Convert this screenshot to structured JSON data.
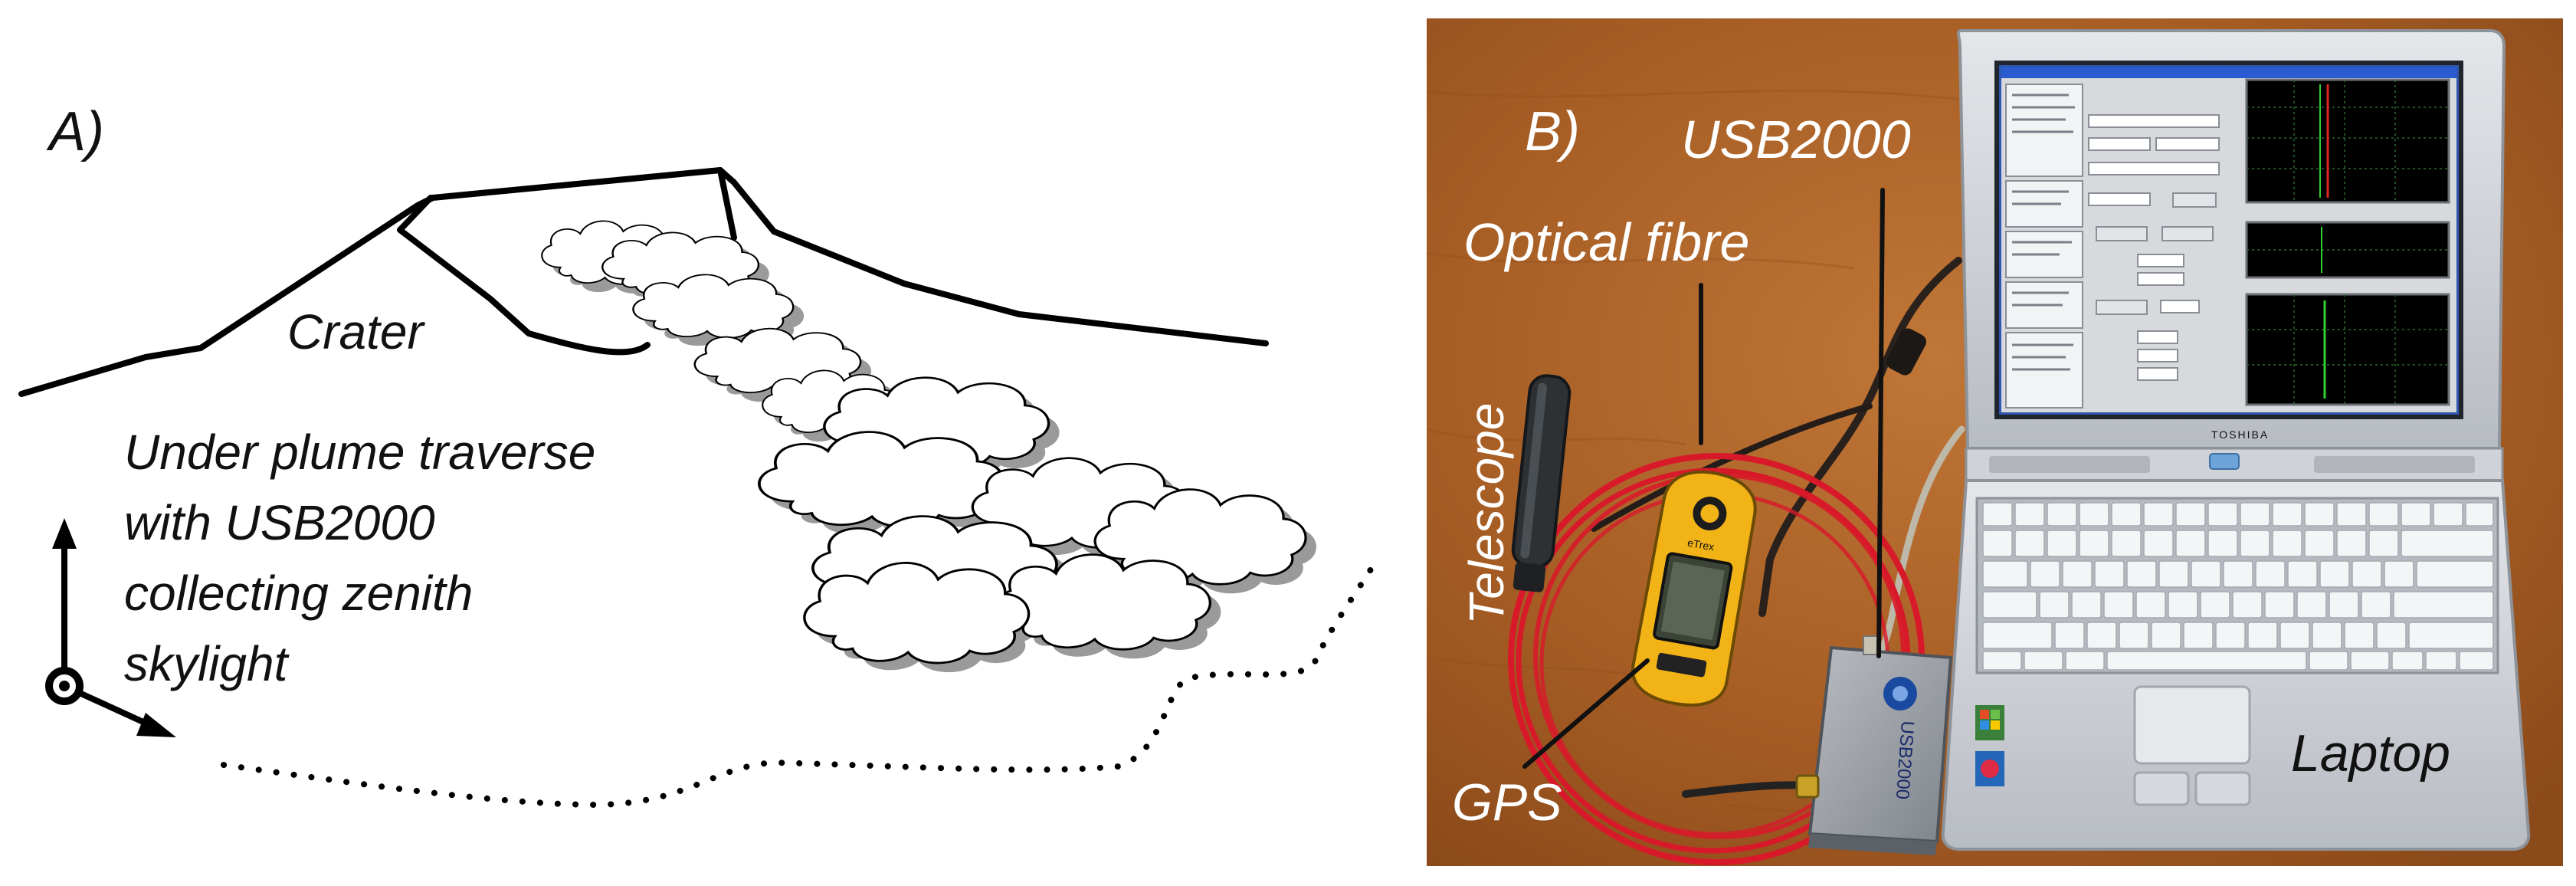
{
  "panel_a": {
    "label": "A)",
    "crater_label": "Crater",
    "traverse_lines": [
      "Under plume traverse",
      "with USB2000",
      "collecting zenith",
      "skylight"
    ]
  },
  "panel_b": {
    "label": "B)",
    "usb2000_label": "USB2000",
    "optical_fibre_label": "Optical fibre",
    "telescope_label": "Telescope",
    "gps_label": "GPS",
    "laptop_label": "Laptop",
    "device_printed_text": "USB2000",
    "laptop_brand_text": "TOSHIBA",
    "gps_brand_text": "eTrex"
  },
  "colors": {
    "desk": "#b0662a",
    "fibre": "#d8192a",
    "gps_body": "#f2b316",
    "laptop_shell": "#c9ccd1",
    "screen_blue": "#2f56b0",
    "cloud_shadow": "#9a9a9a"
  }
}
